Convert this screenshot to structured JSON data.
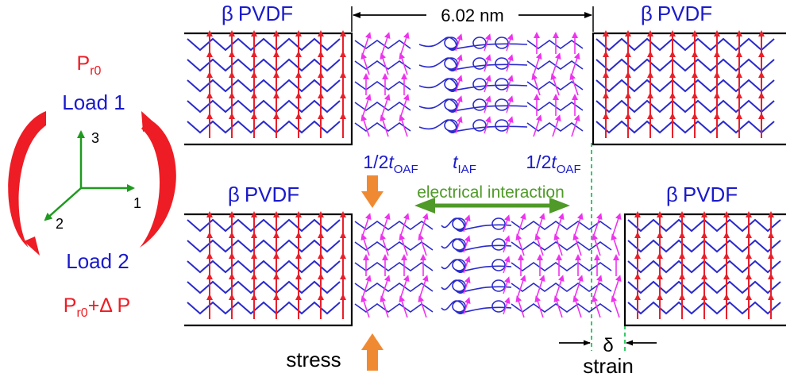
{
  "material": {
    "greek": "β",
    "name": "PVDF"
  },
  "dimension": {
    "label": "6.02 nm"
  },
  "layers": {
    "outer_prefix": "1/2",
    "outer_t": "t",
    "outer_sub": "OAF",
    "inner_t": "t",
    "inner_sub": "IAF"
  },
  "legend": {
    "pr0": {
      "main": "P",
      "sub": "r0"
    },
    "load1": "Load 1",
    "load2": "Load 2",
    "pr0_dp": {
      "main": "P",
      "sub": "r0",
      "rest": "+Δ P"
    }
  },
  "axes": {
    "x1": "1",
    "x2": "2",
    "x3": "3"
  },
  "annotations": {
    "electrical_interaction": "electrical interaction",
    "stress": "stress",
    "delta": "δ",
    "strain": "strain"
  },
  "colors": {
    "chain": "#2a2acc",
    "dipole": "#e8202a",
    "interface_dipole": "#ee33ee",
    "label_blue": "#1a1acc",
    "label_red": "#ee1c24",
    "axes_green": "#1f9a1f",
    "interaction_green": "#4f9a28",
    "orange": "#f08a32",
    "dash_green": "#33cc66",
    "black": "#000000"
  }
}
